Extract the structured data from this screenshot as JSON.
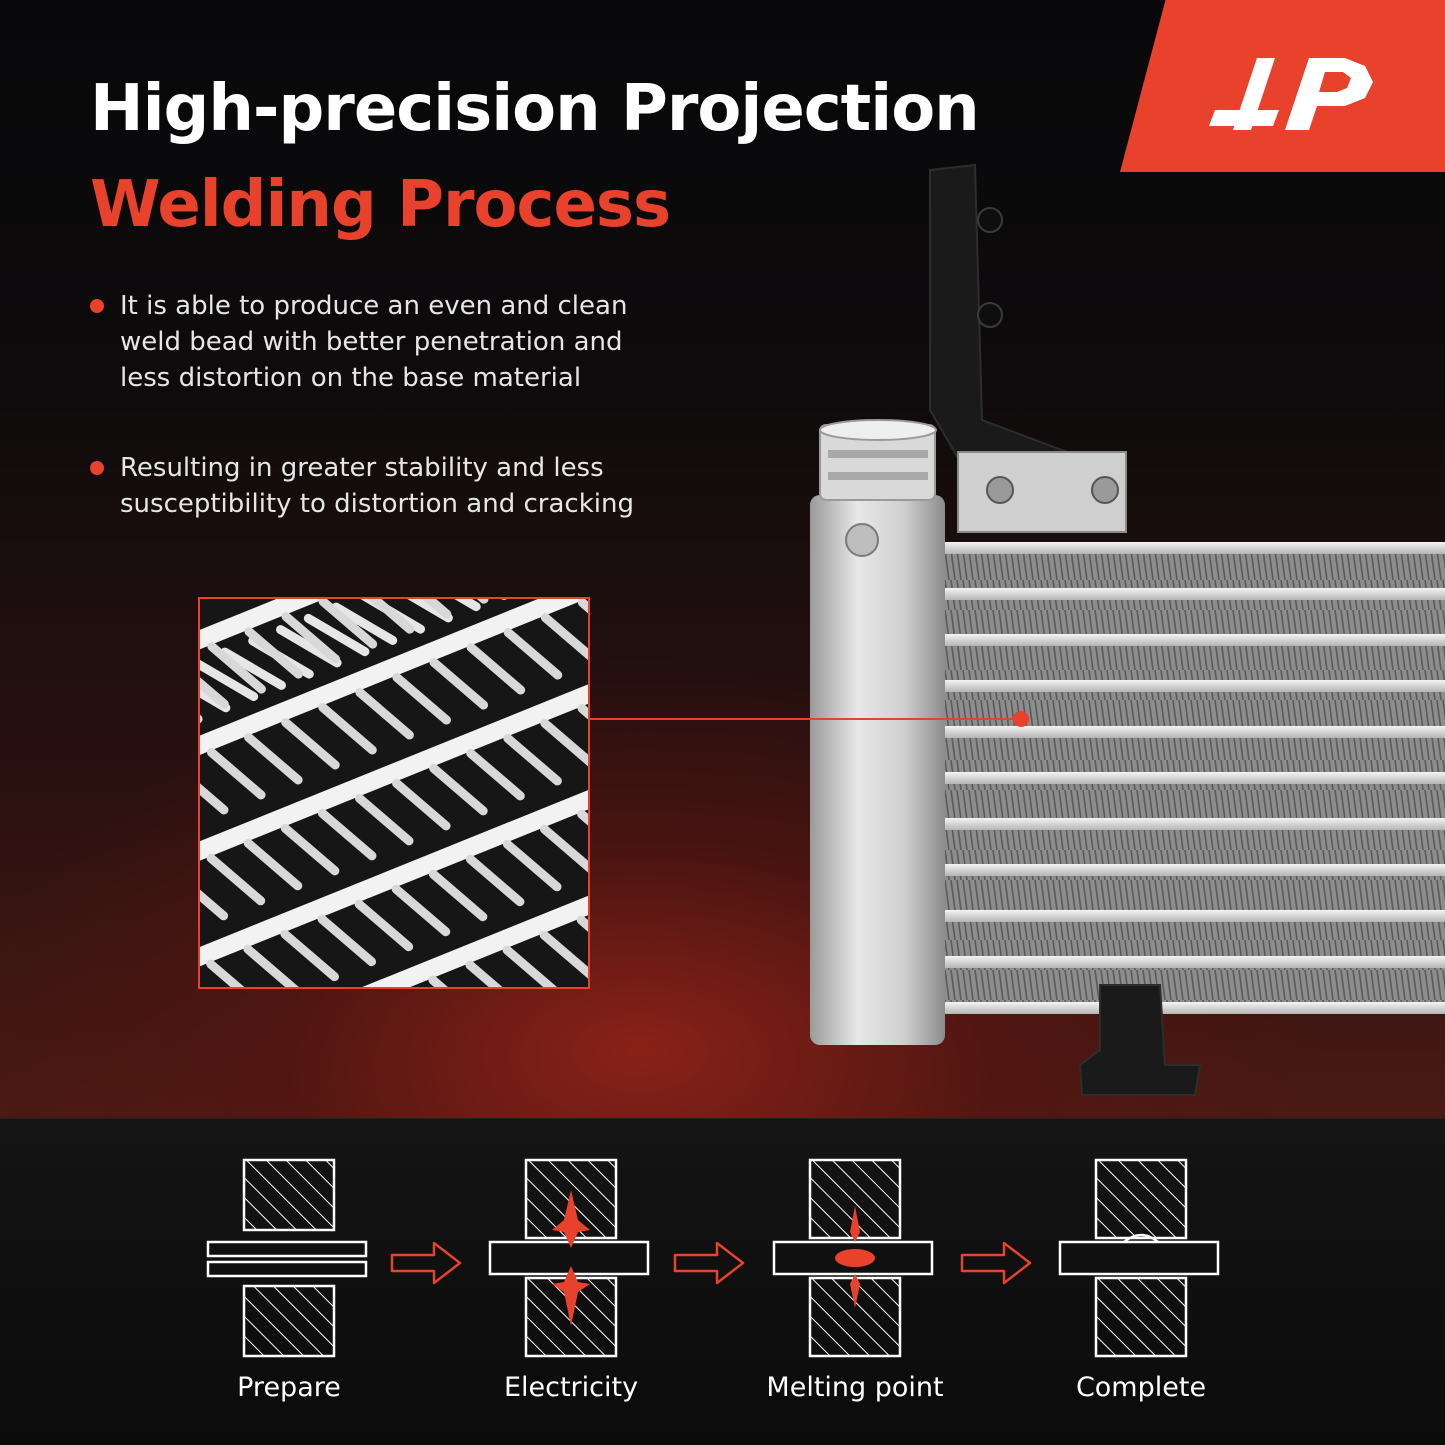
{
  "title": {
    "line1": "High-precision Projection",
    "line2": "Welding Process"
  },
  "bullets": [
    "It is able to produce an even and clean weld bead with better penetration and less distortion on the base material",
    "Resulting in greater stability and less susceptibility to distortion and cracking"
  ],
  "steps": [
    {
      "label": "Prepare"
    },
    {
      "label": "Electricity"
    },
    {
      "label": "Melting point"
    },
    {
      "label": "Complete"
    }
  ],
  "colors": {
    "accent": "#e8412c",
    "background": "#0c0c0d",
    "text": "#ffffff"
  },
  "icons": {
    "logo": "ap-logo-icon",
    "arrow": "arrow-right-outline-icon"
  }
}
